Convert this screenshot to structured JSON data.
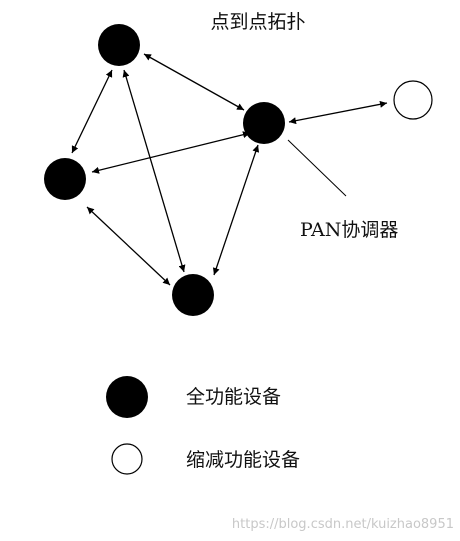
{
  "title": "点到点拓扑",
  "coordinator_label": "PAN协调器",
  "legend": {
    "full_function": "全功能设备",
    "reduced_function": "缩减功能设备"
  },
  "watermark": "https://blog.csdn.net/kuizhao8951",
  "colors": {
    "full_device_fill": "#000000",
    "reduced_device_fill": "#ffffff",
    "line": "#000000"
  }
}
